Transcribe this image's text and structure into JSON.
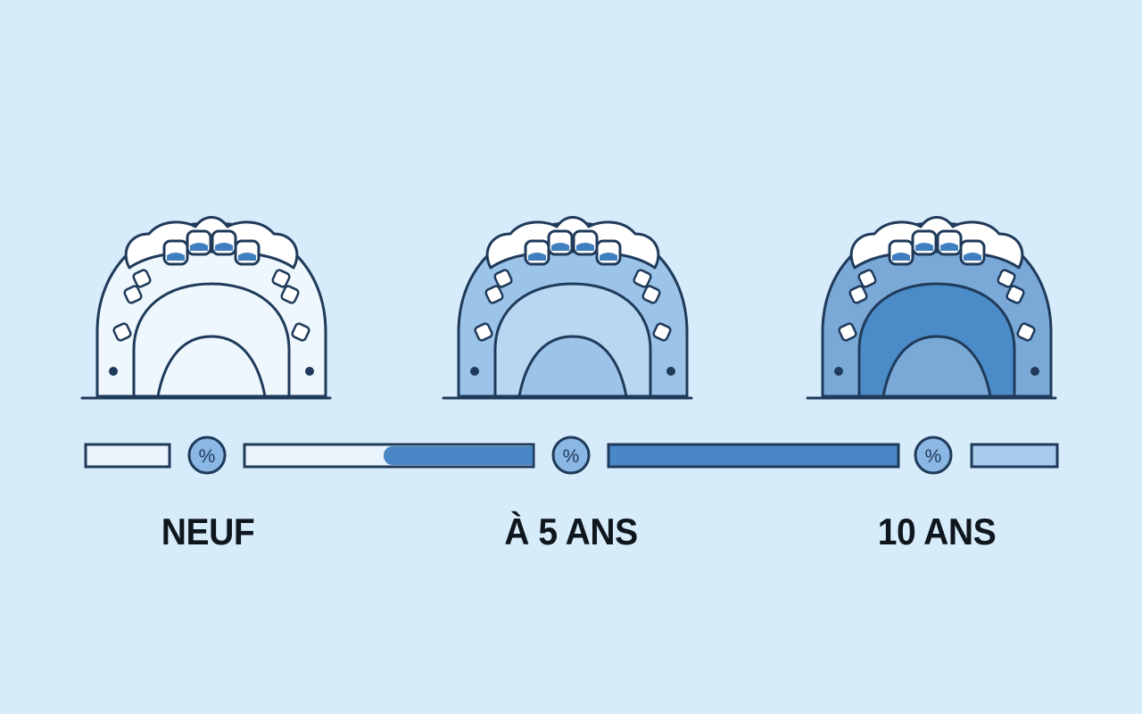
{
  "stages": [
    {
      "label": "NEUF",
      "tint": "#eef7fd",
      "inner_tint": "#eef7fd",
      "wear_level": 0.0
    },
    {
      "label": "À 5 ANS",
      "tint": "#9cc3e8",
      "inner_tint": "#b8d7f1",
      "wear_level": 0.5
    },
    {
      "label": "10 ANS",
      "tint": "#7aa9d8",
      "inner_tint": "#4b8bc8",
      "wear_level": 1.0
    }
  ],
  "progress": {
    "marker_symbol": "%",
    "marker_icon": "percent-icon",
    "fill_color": "#4a87c6",
    "track_color": "#eaf4fc",
    "light_fill_color": "#a9cbec",
    "outline_color": "#1f3a5a"
  },
  "colors": {
    "background": "#d6ecfb",
    "stroke": "#1f3a5a",
    "tooth_white": "#ffffff",
    "decay_blue": "#3f7fc0"
  }
}
